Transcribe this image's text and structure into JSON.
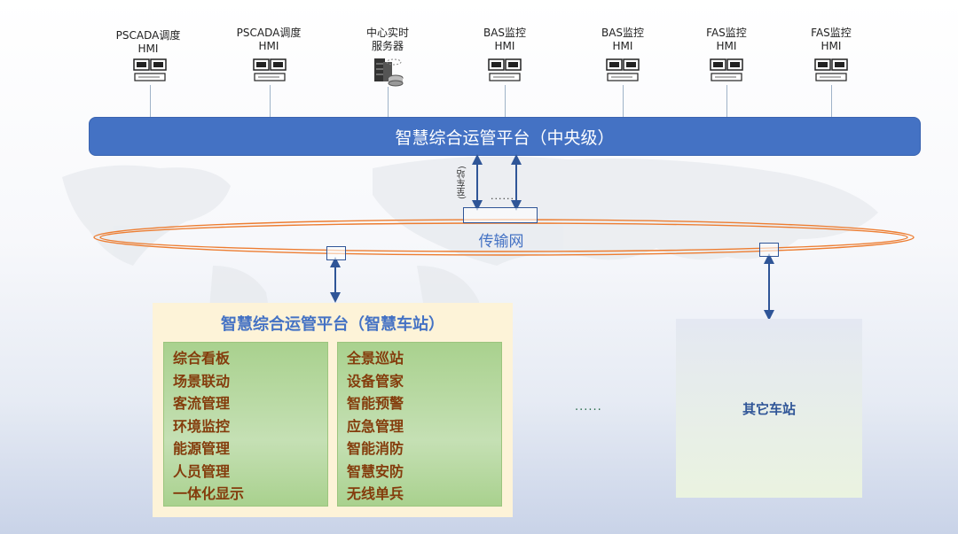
{
  "hmis": [
    {
      "line1": "PSCADA调度",
      "line2": "HMI",
      "icon": "workstation-icon"
    },
    {
      "line1": "PSCADA调度",
      "line2": "HMI",
      "icon": "workstation-icon"
    },
    {
      "line1": "中心实时",
      "line2": "服务器",
      "icon": "server-icon"
    },
    {
      "line1": "BAS监控",
      "line2": "HMI",
      "icon": "workstation-icon"
    },
    {
      "line1": "BAS监控",
      "line2": "HMI",
      "icon": "workstation-icon"
    },
    {
      "line1": "FAS监控",
      "line2": "HMI",
      "icon": "workstation-icon"
    },
    {
      "line1": "FAS监控",
      "line2": "HMI",
      "icon": "workstation-icon"
    }
  ],
  "central_platform": "智慧综合运管平台（中央级）",
  "link_label_vertical": "(至车站)",
  "link_ellipsis": "......",
  "network_label": "传输网",
  "station_platform": {
    "title": "智慧综合运管平台（智慧车站）",
    "left_items": [
      "综合看板",
      "场景联动",
      "客流管理",
      "环境监控",
      "能源管理",
      "人员管理",
      "一体化显示"
    ],
    "right_items": [
      "全景巡站",
      "设备管家",
      "智能预警",
      "应急管理",
      "智能消防",
      "智慧安防",
      "无线单兵"
    ]
  },
  "middle_ellipsis": "......",
  "other_stations": "其它车站",
  "colors": {
    "platform_blue": "#4472c4",
    "ring_orange": "#ed7d31",
    "arrow_navy": "#2f5597",
    "func_green": "#a9d18e",
    "func_text": "#843c0c",
    "panel_cream": "#fdf3d8"
  }
}
